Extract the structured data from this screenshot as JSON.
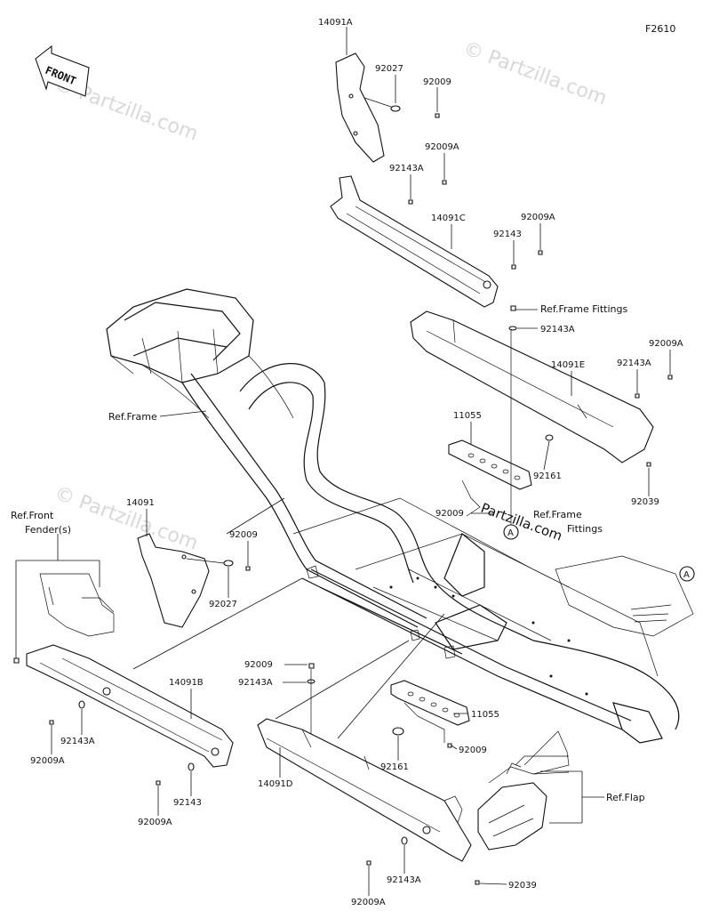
{
  "diagram_code": "F2610",
  "front_label": "FRONT",
  "watermark": "© Partzilla.com",
  "watermark_bottom": "Partzilla",
  "watermark_bottom_suffix": ".com",
  "callout": "A",
  "labels": {
    "p14091A": "14091A",
    "p92027_top": "92027",
    "p92009_top": "92009",
    "p92009A_1": "92009A",
    "p92143A_1": "92143A",
    "p14091C": "14091C",
    "p92009A_2": "92009A",
    "p92143_1": "92143",
    "ref_frame_fittings_1": "Ref.Frame Fittings",
    "p92143A_2": "92143A",
    "p92009A_3": "92009A",
    "p14091E": "14091E",
    "p92143A_3": "92143A",
    "ref_frame": "Ref.Frame",
    "p11055_top": "11055",
    "p92161_top": "92161",
    "p92039_top": "92039",
    "p92009_mid": "92009",
    "ref_frame_fittings_2a": "Ref.Frame",
    "ref_frame_fittings_2b": "Fittings",
    "ref_front_fender_a": "Ref.Front",
    "ref_front_fender_b": "Fender(s)",
    "p14091": "14091",
    "p92009_left": "92009",
    "p92027_left": "92027",
    "p14091B": "14091B",
    "p92143A_4": "92143A",
    "p92009A_4": "92009A",
    "p92143_2": "92143",
    "p92009A_5": "92009A",
    "p92009_c": "92009",
    "p92143A_5": "92143A",
    "p11055_bot": "11055",
    "p92009_bot": "92009",
    "p92161_bot": "92161",
    "p14091D": "14091D",
    "ref_flap": "Ref.Flap",
    "p92143A_6": "92143A",
    "p92039_bot": "92039",
    "p92009A_6": "92009A"
  }
}
